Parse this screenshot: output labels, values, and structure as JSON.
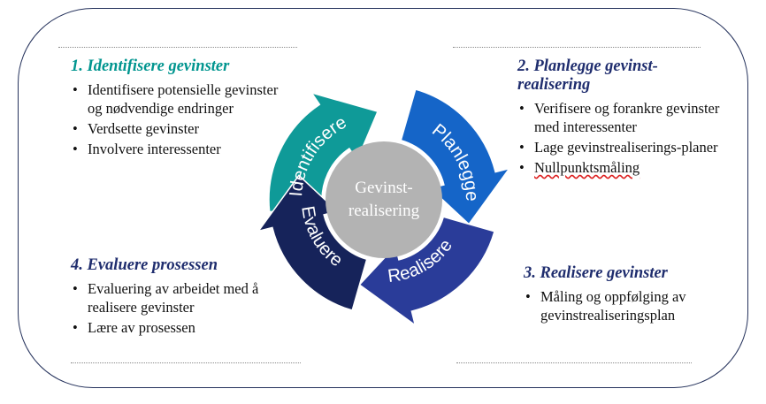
{
  "center": {
    "line1": "Gevinst-",
    "line2": "realisering"
  },
  "arrows": [
    {
      "label": "Identifisere",
      "color": "#0f9a98"
    },
    {
      "label": "Planlegge",
      "color": "#1565c8"
    },
    {
      "label": "Realisere",
      "color": "#2a3c99"
    },
    {
      "label": "Evaluere",
      "color": "#16235a"
    }
  ],
  "center_color": "#b3b3b3",
  "sections": {
    "identify": {
      "heading": "1. Identifisere gevinster",
      "items": [
        "Identifisere potensielle gevinster og nødvendige endringer",
        "Verdsette gevinster",
        "Involvere interessenter"
      ]
    },
    "plan": {
      "heading_line1": "2. Planlegge gevinst-",
      "heading_line2": "realisering",
      "items": [
        "Verifisere og forankre gevinster med interessenter",
        "Lage gevinstrealiserings-planer",
        "Nullpunktsmåling"
      ]
    },
    "realize": {
      "heading": "3. Realisere gevinster",
      "items": [
        "Måling og oppfølging av gevinstrealiseringsplan"
      ]
    },
    "evaluate": {
      "heading": "4. Evaluere prosessen",
      "items": [
        "Evaluering av arbeidet med å realisere gevinster",
        "Lære av prosessen"
      ]
    }
  }
}
